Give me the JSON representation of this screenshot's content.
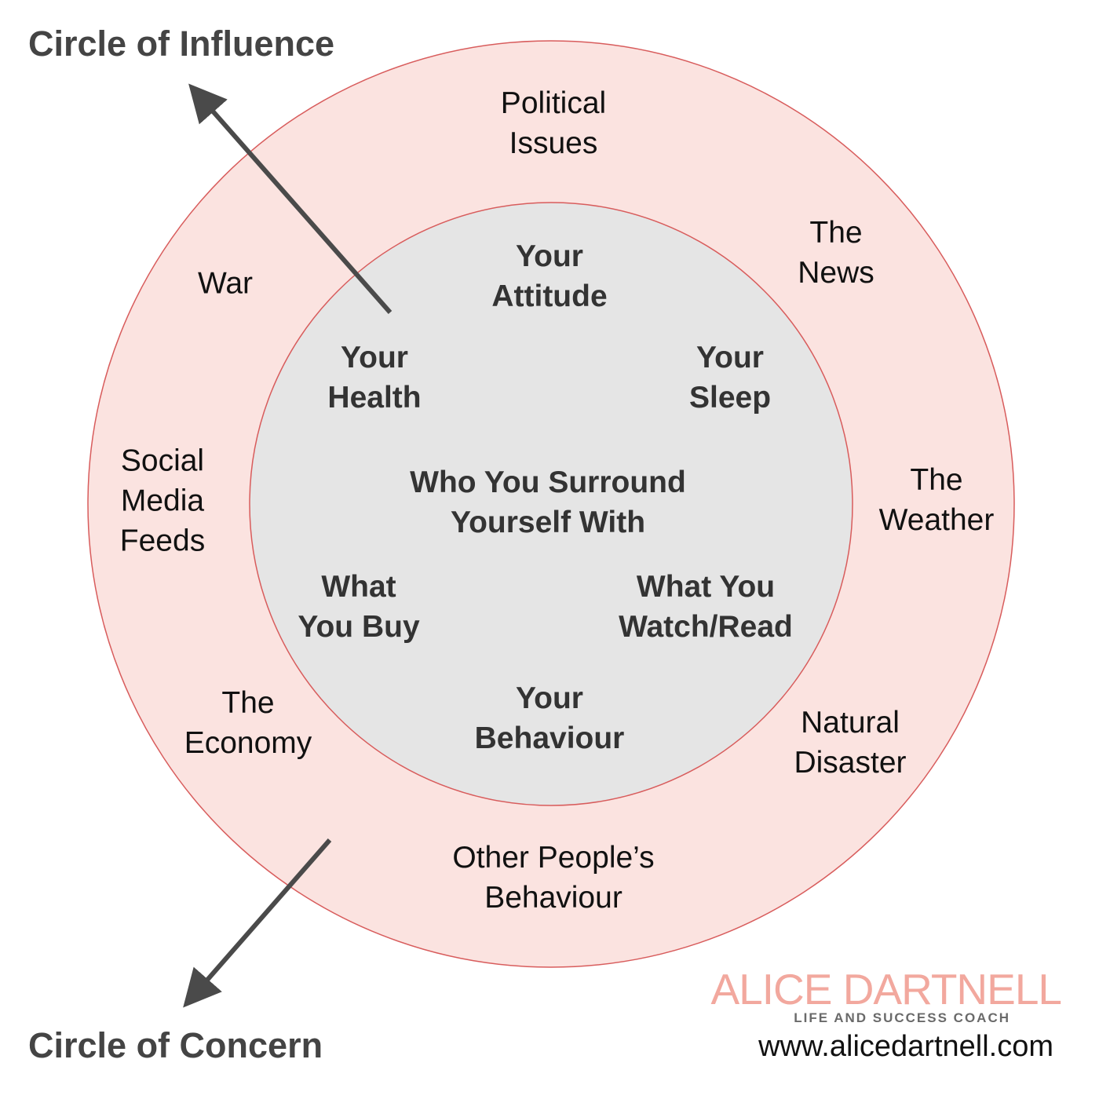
{
  "colors": {
    "outer_fill": "#fbe3e0",
    "inner_fill": "#e5e5e5",
    "ring_stroke": "#d85c5c",
    "arrow": "#4a4a4a",
    "brand_accent": "#f2a89e"
  },
  "headings": {
    "influence": "Circle of Influence",
    "concern": "Circle of Concern"
  },
  "inner_items": [
    [
      "Your",
      "Attitude"
    ],
    [
      "Your",
      "Health"
    ],
    [
      "Your",
      "Sleep"
    ],
    [
      "Who You Surround",
      "Yourself With"
    ],
    [
      "What",
      "You Buy"
    ],
    [
      "What You",
      "Watch/Read"
    ],
    [
      "Your",
      "Behaviour"
    ]
  ],
  "outer_items": [
    [
      "Political",
      "Issues"
    ],
    [
      "The",
      "News"
    ],
    [
      "War"
    ],
    [
      "Social",
      "Media",
      "Feeds"
    ],
    [
      "The",
      "Weather"
    ],
    [
      "The",
      "Economy"
    ],
    [
      "Natural",
      "Disaster"
    ],
    [
      "Other People’s",
      "Behaviour"
    ]
  ],
  "brand": {
    "name": "ALICE DARTNELL",
    "tagline": "LIFE AND SUCCESS COACH",
    "url": "www.alicedartnell.com"
  }
}
